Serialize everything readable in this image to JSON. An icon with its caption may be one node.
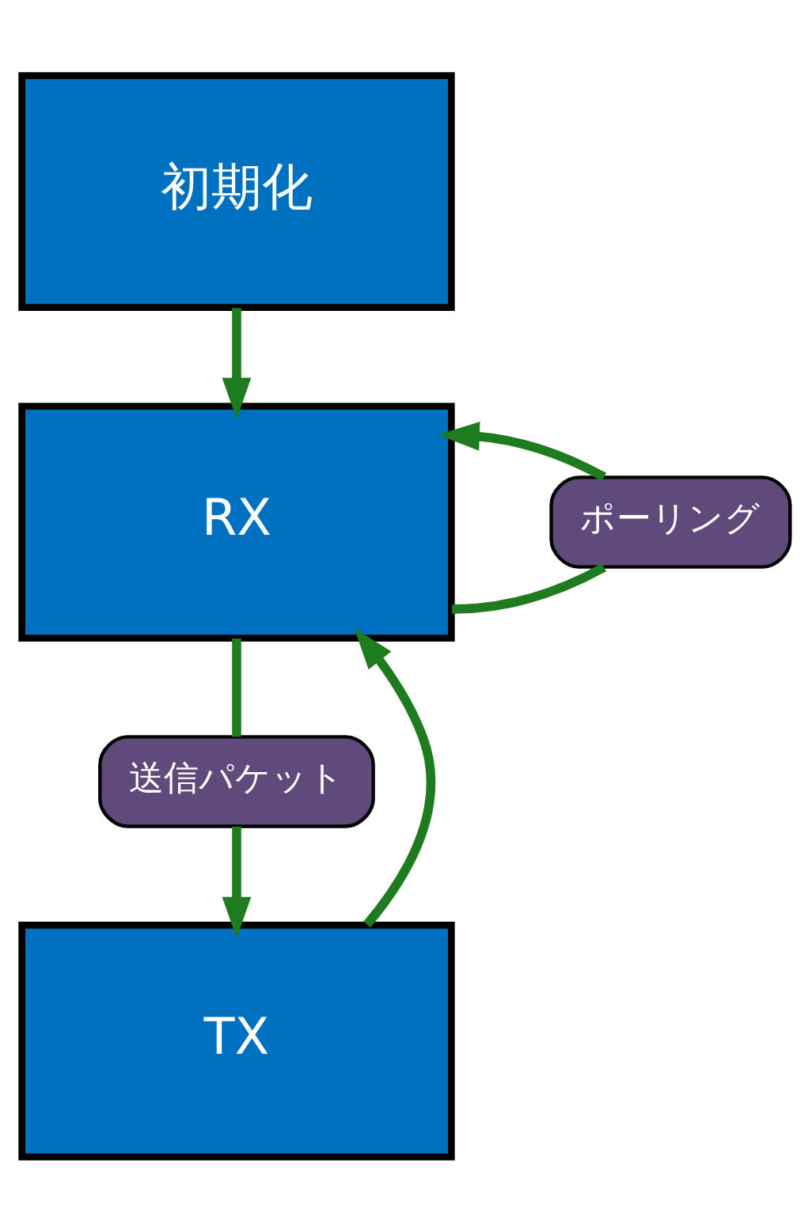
{
  "diagram": {
    "nodes": [
      {
        "text": [
          "初期化"
        ]
      },
      {
        "text": [
          "RX"
        ]
      },
      {
        "text": [
          "TX"
        ]
      },
      {
        "text": [
          "ポーリング"
        ]
      },
      {
        "text": [
          "送信パケット"
        ]
      }
    ],
    "edges": [
      {
        "from": 0,
        "to": 1,
        "arrow": "to"
      },
      {
        "from": 1,
        "to": 3,
        "arrow": "none"
      },
      {
        "from": 3,
        "to": 1,
        "arrow": "to"
      },
      {
        "from": 1,
        "to": 4,
        "arrow": "none"
      },
      {
        "from": 4,
        "to": 2,
        "arrow": "to"
      },
      {
        "from": 2,
        "to": 1,
        "arrow": "to"
      }
    ]
  }
}
